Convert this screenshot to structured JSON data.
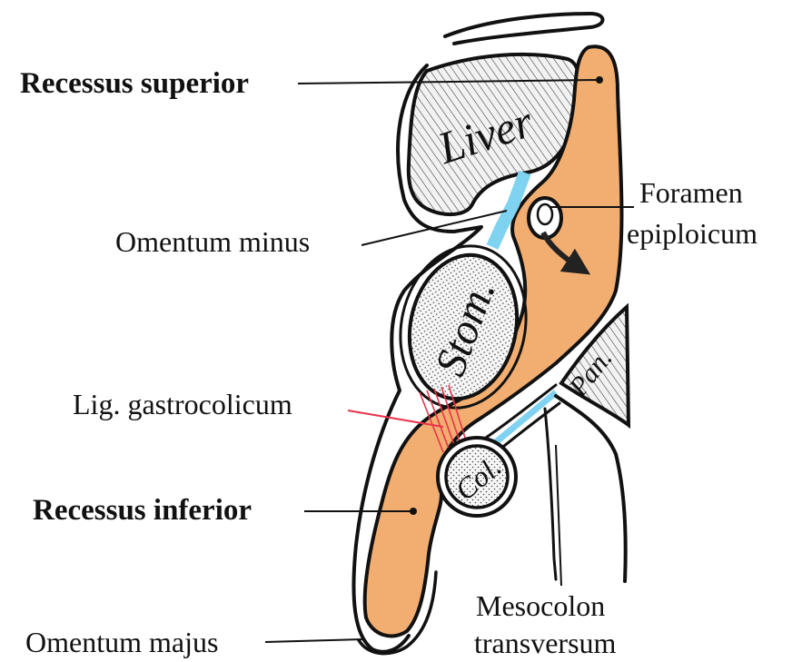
{
  "colors": {
    "bursa": "#F2AE70",
    "omentum_minus": "#7FD3F0",
    "gastrocolic_lines": "#E8334A",
    "outline": "#111111",
    "organ_fill": "#ECECEC"
  },
  "organs": {
    "liver": "Liver",
    "stomach": "Stom.",
    "colon": "Col.",
    "pancreas": "Pan."
  },
  "labels": {
    "recessus_superior": "Recessus superior",
    "omentum_minus": "Omentum minus",
    "foramen_line1": "Foramen",
    "foramen_line2": "epiploicum",
    "lig_gastrocolicum": "Lig. gastrocolicum",
    "recessus_inferior": "Recessus inferior",
    "omentum_majus": "Omentum majus",
    "mesocolon_line1": "Mesocolon",
    "mesocolon_line2": "transversum"
  }
}
